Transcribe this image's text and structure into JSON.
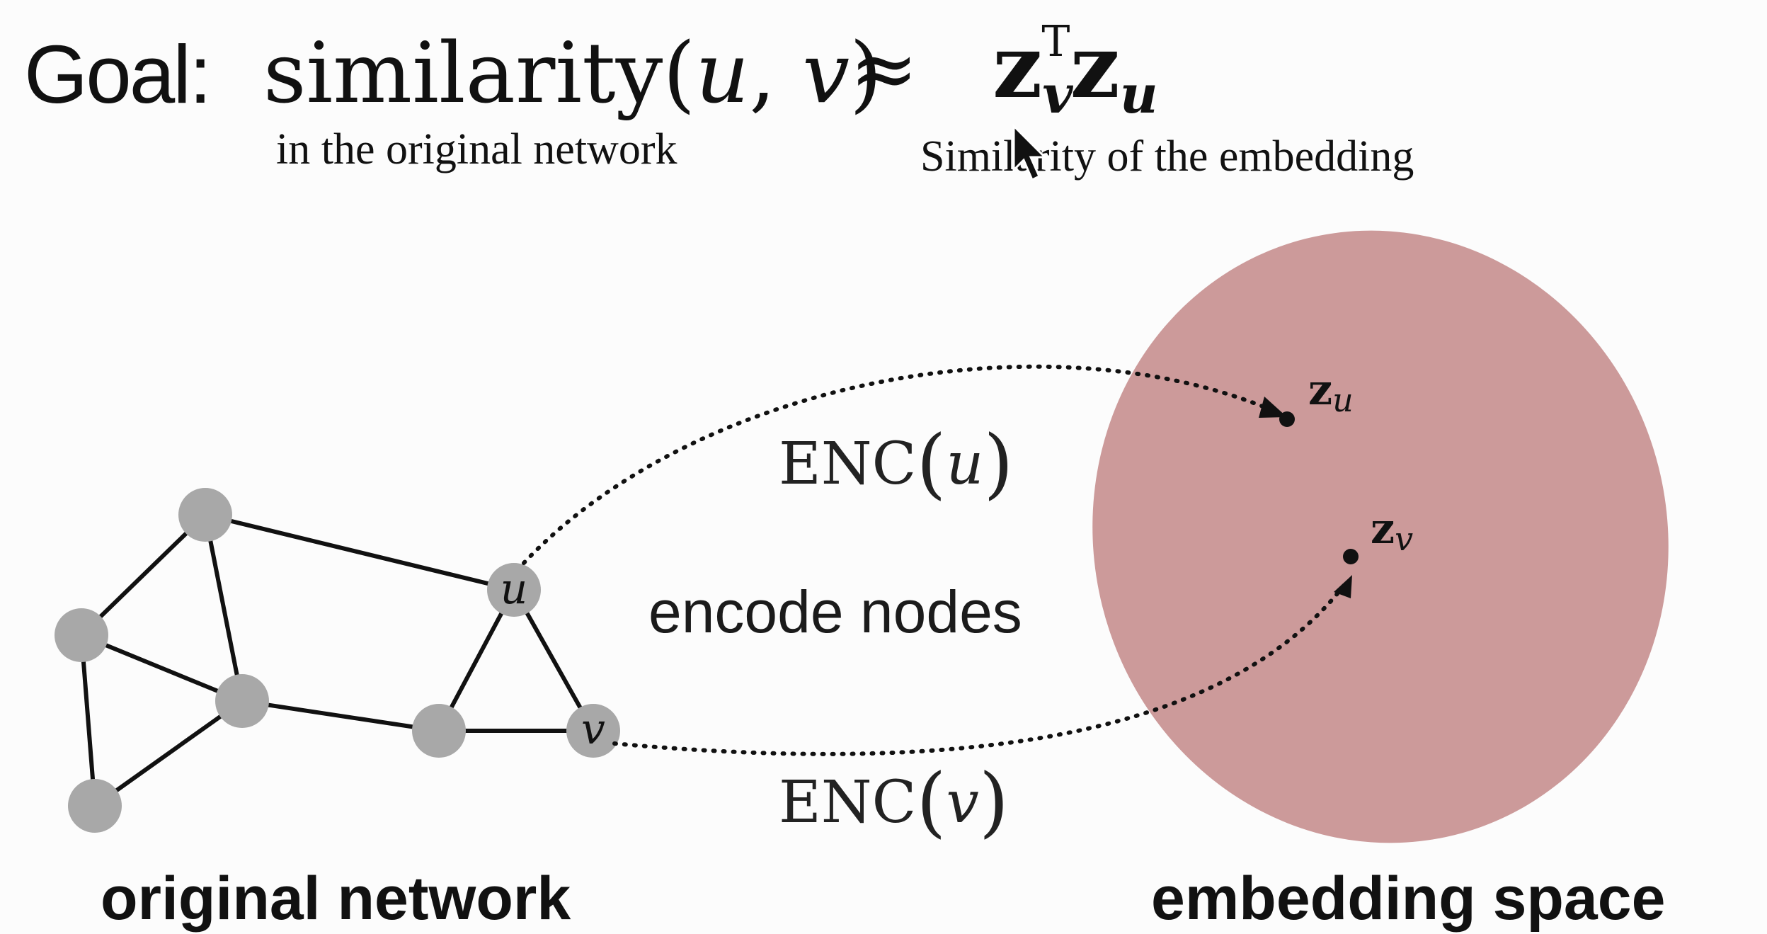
{
  "title": {
    "goal_word": "Goal:",
    "similarity_text": "similarity",
    "open_paren": "(",
    "var_u": "u",
    "comma": ", ",
    "var_v": "v",
    "close_paren": ")",
    "approx": "≈",
    "z_symbol": "z",
    "sub_v": "v",
    "sup_T": "T",
    "z_symbol_2": "z",
    "sub_u": "u",
    "note_left": "in the original network",
    "note_right": "Similarity of the embedding"
  },
  "diagram": {
    "enc_func": "ENC",
    "enc_u_arg": "u",
    "enc_v_arg": "v",
    "paren_open": "(",
    "paren_close": ")",
    "middle_label": "encode nodes",
    "node_u_label": "u",
    "node_v_label": "v",
    "embedding_zu_main": "z",
    "embedding_zu_sub": "u",
    "embedding_zv_main": "z",
    "embedding_zv_sub": "v",
    "label_original": "original network",
    "label_embedding": "embedding space"
  },
  "colors": {
    "node_fill": "#a8a8a8",
    "edge": "#111111",
    "embedding_blob": "#cc9a9a",
    "background": "#fcfcfc"
  },
  "icons": {
    "cursor": "mouse-pointer-icon"
  }
}
